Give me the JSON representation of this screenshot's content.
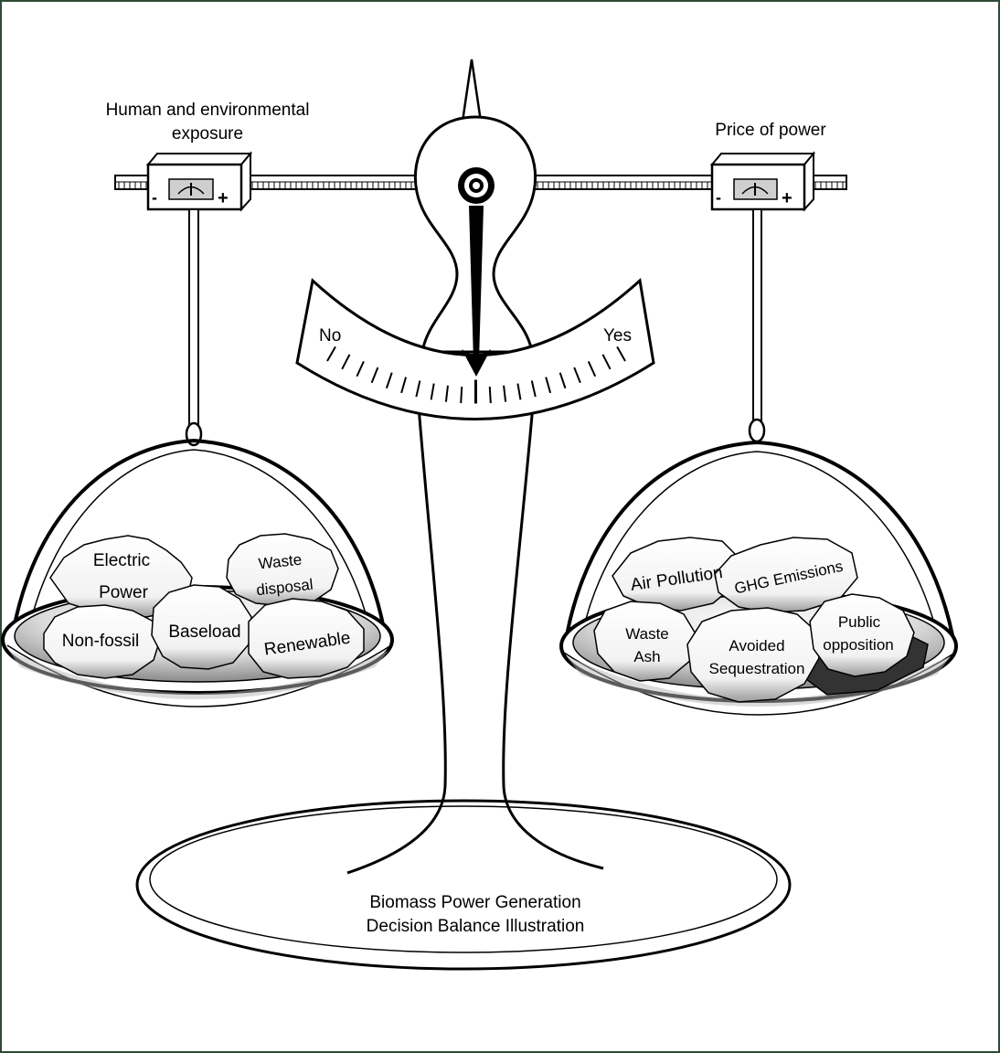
{
  "left_slider": {
    "caption_line1": "Human and environmental",
    "caption_line2": "exposure",
    "minus": "-",
    "plus": "+"
  },
  "right_slider": {
    "caption": "Price of power",
    "minus": "-",
    "plus": "+"
  },
  "dial": {
    "left_label": "No",
    "right_label": "Yes"
  },
  "left_pan": {
    "rocks": {
      "electric_1": "Electric",
      "electric_2": "Power",
      "waste_1": "Waste",
      "waste_2": "disposal",
      "nonfossil": "Non-fossil",
      "baseload": "Baseload",
      "renewable": "Renewable"
    }
  },
  "right_pan": {
    "rocks": {
      "air": "Air Pollution",
      "ghg": "GHG Emissions",
      "ash_1": "Waste",
      "ash_2": "Ash",
      "avoided_1": "Avoided",
      "avoided_2": "Sequestration",
      "public_1": "Public",
      "public_2": "opposition"
    }
  },
  "base": {
    "title_line1": "Biomass Power Generation",
    "title_line2": "Decision Balance Illustration"
  }
}
